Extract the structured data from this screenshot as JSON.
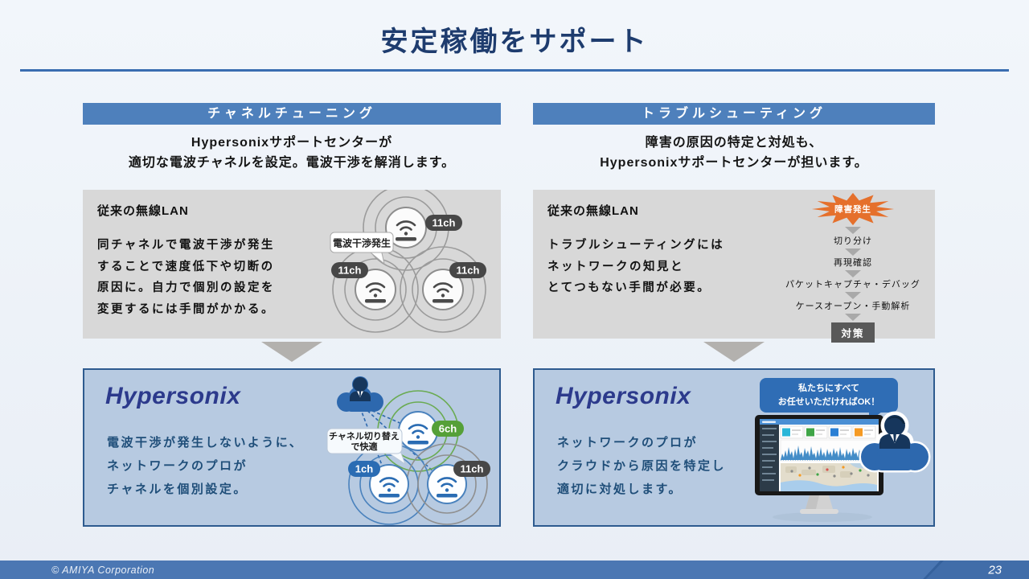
{
  "slide": {
    "title": "安定稼働をサポート",
    "footer_copyright": "© AMIYA Corporation",
    "page_number": "23"
  },
  "left": {
    "header": "チャネルチューニング",
    "subtitle": [
      "Hypersonixサポートセンターが",
      "適切な電波チャネルを設定。電波干渉を解消します。"
    ],
    "problem": {
      "title": "従来の無線LAN",
      "lines": [
        "同チャネルで電波干渉が発生",
        "することで速度低下や切断の",
        "原因に。自力で個別の設定を",
        "変更するには手間がかかる。"
      ],
      "bubble": "電波干渉発生",
      "badges": [
        "11ch",
        "11ch",
        "11ch"
      ]
    },
    "solution": {
      "logo": "Hypersonix",
      "lines": [
        "電波干渉が発生しないように、",
        "ネットワークのプロが",
        "チャネルを個別設定。"
      ],
      "bubble": [
        "チャネル切り替え",
        "で快適"
      ],
      "badges": [
        "6ch",
        "1ch",
        "11ch"
      ]
    }
  },
  "right": {
    "header": "トラブルシューティング",
    "subtitle": [
      "障害の原因の特定と対処も、",
      "Hypersonixサポートセンターが担います。"
    ],
    "problem": {
      "title": "従来の無線LAN",
      "lines": [
        "トラブルシューティングには",
        "ネットワークの知見と",
        "とてつもない手間が必要。"
      ],
      "flow": {
        "start": "障害発生",
        "steps": [
          "切り分け",
          "再現確認",
          "パケットキャプチャ・デバッグ",
          "ケースオープン・手動解析"
        ],
        "end": "対策"
      }
    },
    "solution": {
      "logo": "Hypersonix",
      "lines": [
        "ネットワークのプロが",
        "クラウドから原因を特定し",
        "適切に対処します。"
      ],
      "bubble": [
        "私たちにすべて",
        "お任せいただければOK！"
      ]
    }
  },
  "colors": {
    "accent_blue": "#4e80bc",
    "title_navy": "#1e3c6e",
    "panel_gray": "#d8d8d8",
    "panel_blue_fill": "#b7cae1",
    "panel_blue_border": "#2e5b8f",
    "navy_text": "#1f4e79",
    "logo_indigo": "#2c3a8c",
    "alert_orange": "#e5702c",
    "step_end_gray": "#595959",
    "footer_blue": "#4b77b3",
    "badge_green": "#55a038",
    "badge_blue": "#2a6cb3",
    "badge_dark": "#474747",
    "cloud_blue": "#2d68ae"
  }
}
